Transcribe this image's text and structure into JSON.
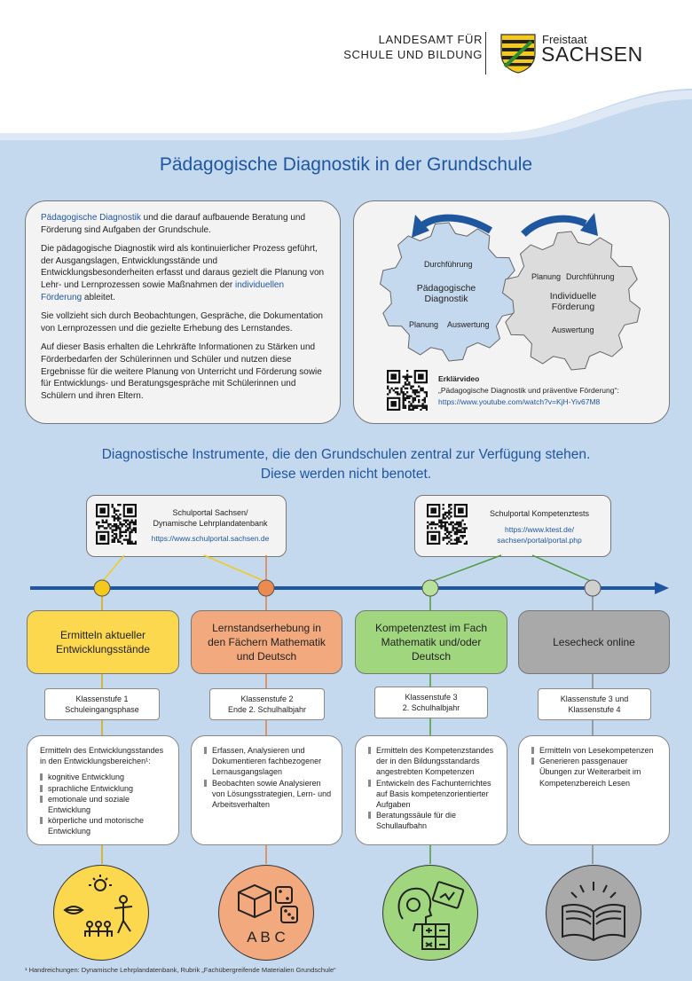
{
  "header": {
    "institution_line1": "LANDESAMT FÜR",
    "institution_line2": "SCHULE UND BILDUNG",
    "state_small": "Freistaat",
    "state_large": "SACHSEN"
  },
  "title": "Pädagogische Diagnostik in der Grundschule",
  "intro": {
    "p1_highlight": "Pädagogische Diagnostik",
    "p1_rest": " und die darauf aufbauende Beratung und Förderung sind Aufgaben der Grundschule.",
    "p2_start": "Die pädagogische Diagnostik wird als kontinuierlicher Prozess geführt, der Ausgangslagen, Entwicklungsstände und Entwicklungsbesonderheiten erfasst und daraus gezielt die Planung von Lehr- und Lernprozessen sowie Maßnahmen der ",
    "p2_highlight": "individuellen Förderung",
    "p2_end": " ableitet.",
    "p3": "Sie vollzieht sich durch Beobachtungen, Gespräche, die Dokumentation von Lernprozessen und die gezielte Erhebung des Lernstandes.",
    "p4": "Auf dieser Basis erhalten die Lehrkräfte Informationen zu Stärken und Förderbedarfen der Schülerinnen und Schüler und nutzen diese Ergebnisse für die weitere Planung von Unterricht und Förderung sowie für Entwicklungs- und Beratungsgespräche mit Schülerinnen und Schülern und ihren Eltern."
  },
  "cycle": {
    "gear1": {
      "title_line1": "Pädagogische",
      "title_line2": "Diagnostik",
      "top": "Durchführung",
      "left": "Planung",
      "right": "Auswertung"
    },
    "gear2": {
      "title_line1": "Individuelle",
      "title_line2": "Förderung",
      "top_left": "Planung",
      "top_right": "Durchführung",
      "bottom": "Auswertung"
    },
    "video_label": "Erklärvideo",
    "video_title": "„Pädagogische Diagnostik und präventive Förderung“:",
    "video_url": "https://www.youtube.com/watch?v=KjH-Yiv67M8",
    "colors": {
      "gear1": "#c4d8ee",
      "gear2": "#dcdcdc",
      "arrow": "#1f56a0"
    }
  },
  "subtitle_line1": "Diagnostische Instrumente, die den Grundschulen zentral zur Verfügung stehen.",
  "subtitle_line2": "Diese werden nicht benotet.",
  "portals": [
    {
      "line1": "Schulportal Sachsen/",
      "line2": "Dynamische Lehrplandatenbank",
      "url1": "https://www.schulportal.sachsen.de",
      "url2": ""
    },
    {
      "line1": "Schulportal Kompetenztests",
      "line2": "",
      "url1": "https://www.ktest.de/",
      "url2": "sachsen/portal/portal.php"
    }
  ],
  "columns": [
    {
      "color": "#fbd84e",
      "head_line1": "Ermitteln aktueller",
      "head_line2": "Entwicklungsstände",
      "head_line3": "",
      "klasse_line1": "Klassenstufe 1",
      "klasse_line2": "Schuleingangsphase",
      "intro_line1": "Ermitteln des Entwicklungsstandes",
      "intro_line2": "in den Entwicklungsbereichen¹:",
      "items": [
        "kognitive Entwicklung",
        "sprachliche Entwicklung",
        "emotionale und soziale Entwicklung",
        "körperliche und motorische Entwicklung"
      ],
      "icon": "development-icon"
    },
    {
      "color": "#f2a97d",
      "head_line1": "Lernstandserhebung in",
      "head_line2": "den Fächern Mathematik",
      "head_line3": "und Deutsch",
      "klasse_line1": "Klassenstufe 2",
      "klasse_line2": "Ende 2. Schulhalbjahr",
      "intro_line1": "",
      "intro_line2": "",
      "items": [
        "Erfassen, Analysieren und Dokumentieren fachbezogener Lernausgangslagen",
        "Beobachten sowie Analysieren von Lösungsstrategien, Lern- und Arbeitsverhalten"
      ],
      "icon": "cube-dice-abc-icon",
      "icon_text": "A B C"
    },
    {
      "color": "#9fd67e",
      "head_line1": "Kompetenztest im Fach",
      "head_line2": "Mathematik und/oder",
      "head_line3": "Deutsch",
      "klasse_line1": "Klassenstufe 3",
      "klasse_line2": "2. Schulhalbjahr",
      "intro_line1": "",
      "intro_line2": "",
      "items": [
        "Ermitteln des Kompetenzstandes der in den Bildungsstandards angestrebten Kompetenzen",
        "Entwickeln des Fachunterrichtes auf Basis kompetenzorientierter Aufgaben",
        "Beratungssäule für die Schullaufbahn"
      ],
      "icon": "head-calculator-icon"
    },
    {
      "color": "#a9a9a9",
      "head_line1": "Lesecheck online",
      "head_line2": "",
      "head_line3": "",
      "klasse_line1": "Klassenstufe 3 und",
      "klasse_line2": "Klassenstufe 4",
      "intro_line1": "",
      "intro_line2": "",
      "items": [
        "Ermitteln von Lesekompetenzen",
        "Generieren passgenauer Übungen zur Weiterarbeit im Kompetenzbereich Lesen"
      ],
      "icon": "open-book-icon"
    }
  ],
  "footnote": "¹ Handreichungen: Dynamische Lehrplandatenbank, Rubrik „Fachübergreifende Materialien Grundschule“"
}
